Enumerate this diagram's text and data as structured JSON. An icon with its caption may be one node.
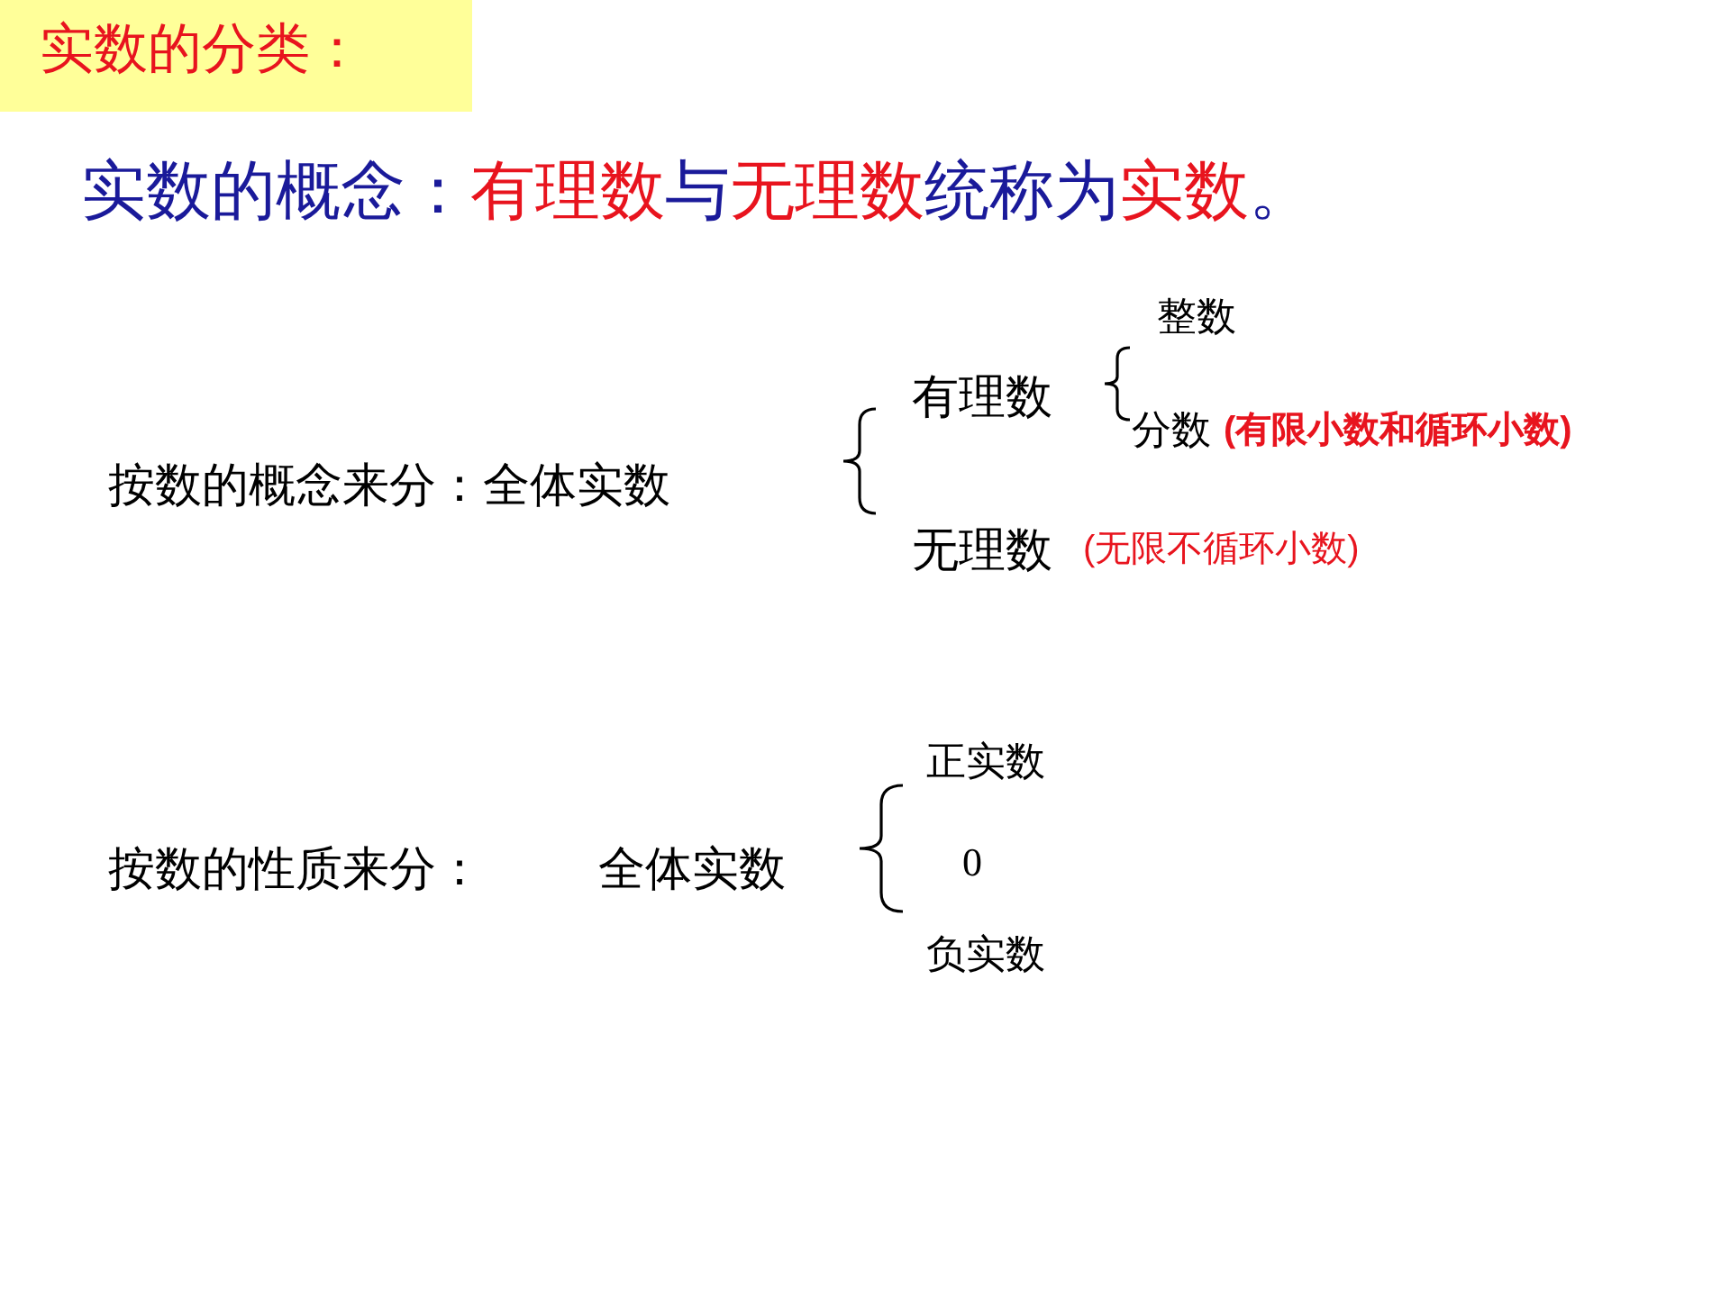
{
  "diagram": {
    "title": "实数的分类：",
    "labels": [
      "实数的概念：",
      "有理数",
      "与",
      "无理数",
      "统称为",
      "实数",
      "。",
      "整数",
      "有理数",
      "分数",
      "(有限小数和循环小数)",
      "按数的概念来分：全体实数",
      "无理数",
      "(无限不循环小数)",
      "正实数",
      "按数的性质来分：",
      "全体实数",
      "0",
      "负实数"
    ]
  }
}
